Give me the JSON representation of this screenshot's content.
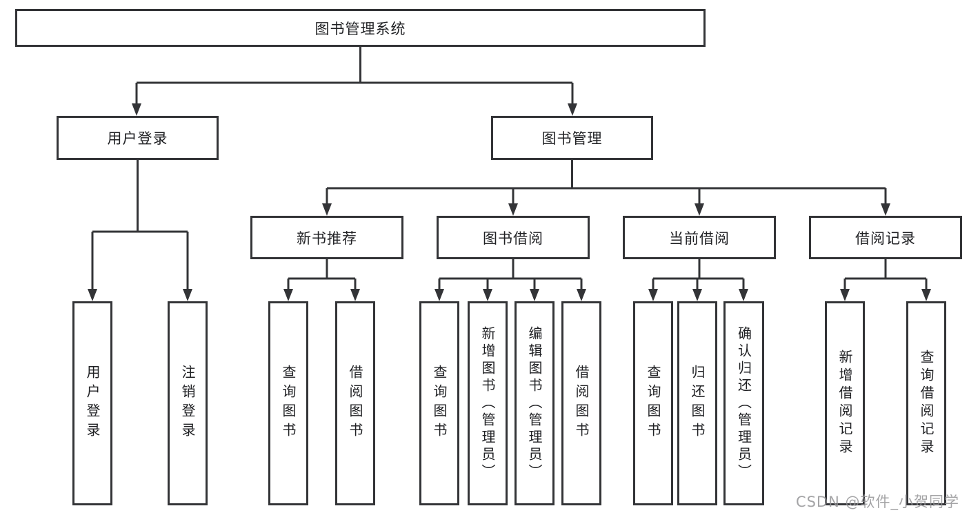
{
  "tree": {
    "root": "图书管理系统",
    "children": [
      {
        "label": "用户登录",
        "children": [
          {
            "label": "用户登录"
          },
          {
            "label": "注销登录"
          }
        ]
      },
      {
        "label": "图书管理",
        "children": [
          {
            "label": "新书推荐",
            "children": [
              {
                "label": "查询图书"
              },
              {
                "label": "借阅图书"
              }
            ]
          },
          {
            "label": "图书借阅",
            "children": [
              {
                "label": "查询图书"
              },
              {
                "label": "新增图书（管理员）"
              },
              {
                "label": "编辑图书（管理员）"
              },
              {
                "label": "借阅图书"
              }
            ]
          },
          {
            "label": "当前借阅",
            "children": [
              {
                "label": "查询图书"
              },
              {
                "label": "归还图书"
              },
              {
                "label": "确认归还（管理员）"
              }
            ]
          },
          {
            "label": "借阅记录",
            "children": [
              {
                "label": "新增借阅记录"
              },
              {
                "label": "查询借阅记录"
              }
            ]
          }
        ]
      }
    ]
  },
  "colors": {
    "line": "#333437",
    "text": "#202124",
    "background": "#ffffff",
    "watermark": "#949496"
  },
  "watermark": "CSDN @软件_小贺同学"
}
